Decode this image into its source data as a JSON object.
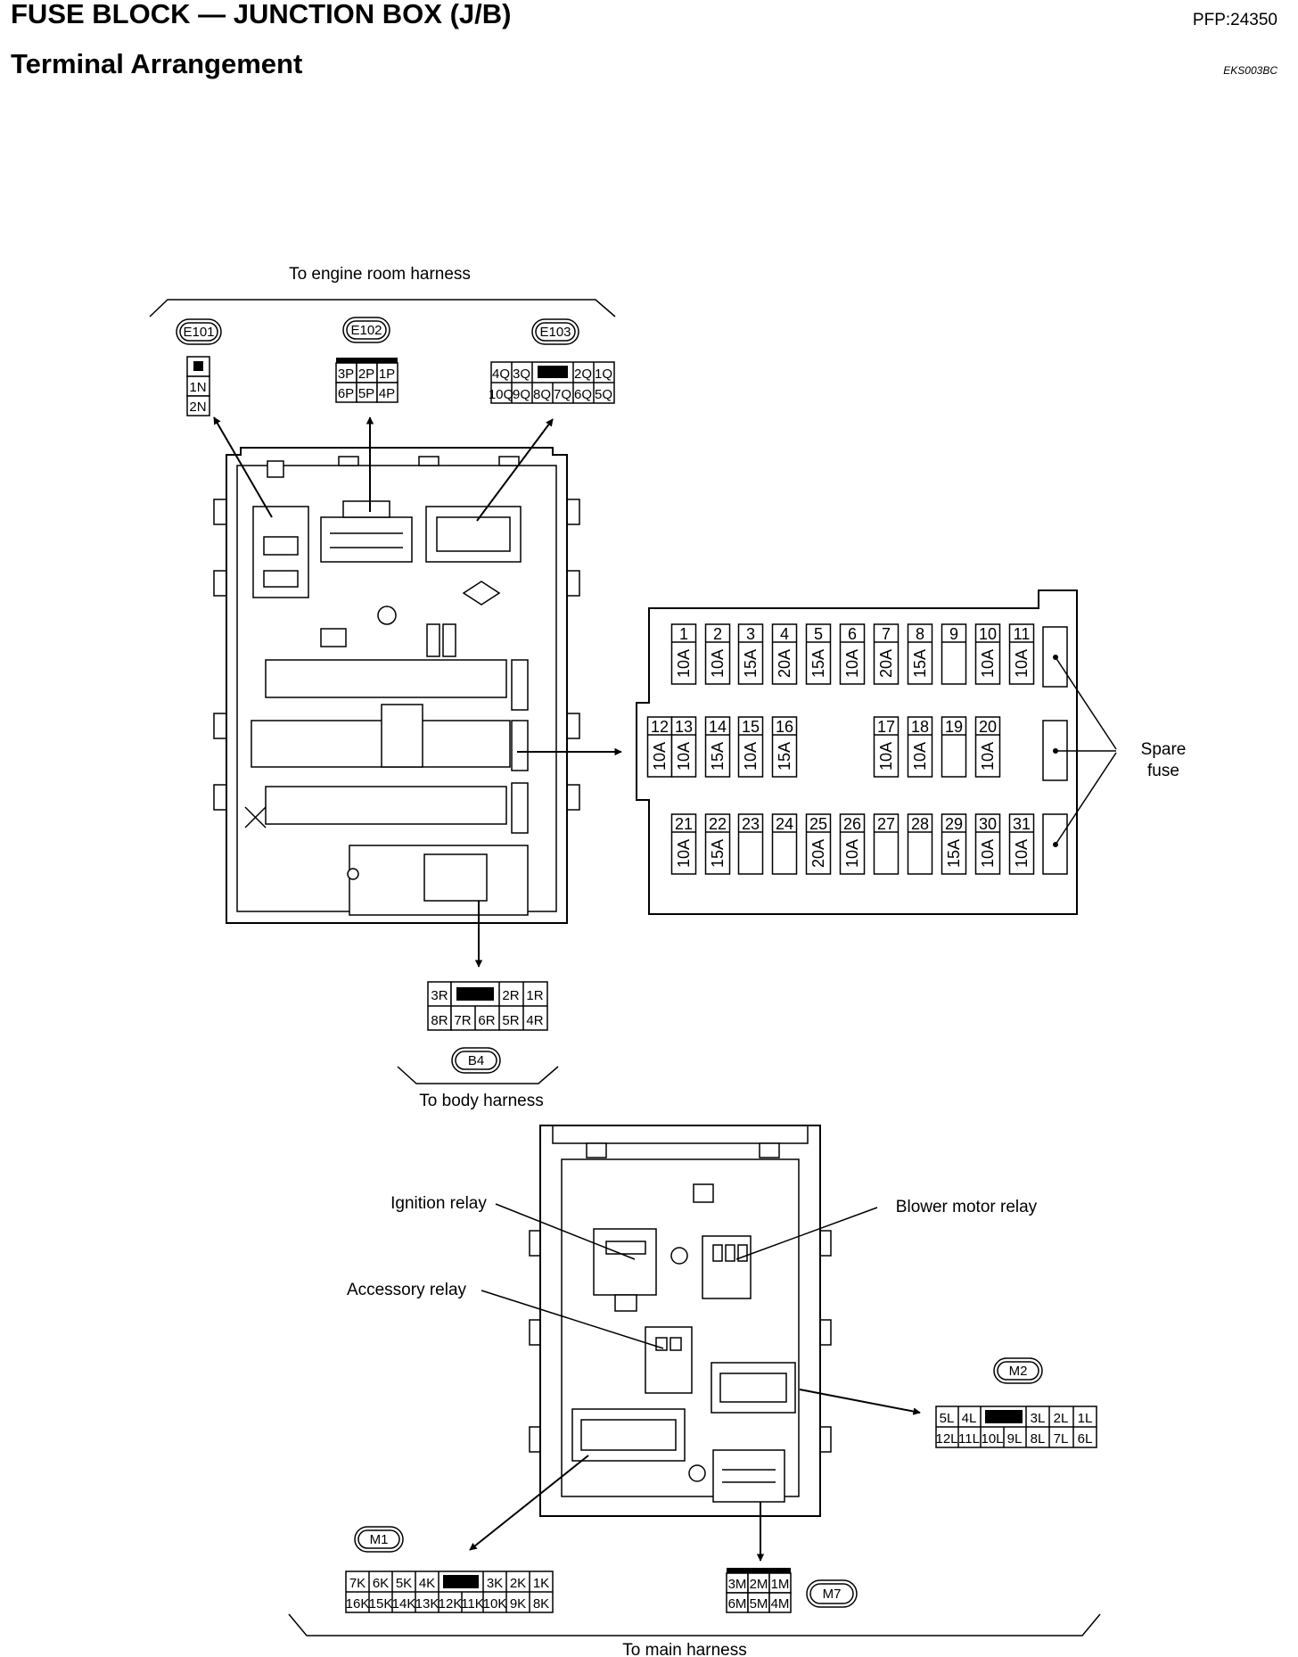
{
  "header": {
    "title": "FUSE BLOCK — JUNCTION BOX (J/B)",
    "subtitle": "Terminal Arrangement",
    "part_code": "PFP:24350",
    "doc_code": "EKS003BC"
  },
  "labels": {
    "engine_harness": "To engine room harness",
    "body_harness": "To body harness",
    "main_harness": "To main harness",
    "spare_fuse_line1": "Spare",
    "spare_fuse_line2": "fuse",
    "ignition_relay": "Ignition relay",
    "blower_motor_relay": "Blower motor relay",
    "accessory_relay": "Accessory relay"
  },
  "connectors": {
    "E101": {
      "id": "E101",
      "rows": [
        [
          "■"
        ],
        [
          "1N"
        ],
        [
          "2N"
        ]
      ]
    },
    "E102": {
      "id": "E102",
      "rows": [
        [
          "3P",
          "2P",
          "1P"
        ],
        [
          "6P",
          "5P",
          "4P"
        ]
      ]
    },
    "E103": {
      "id": "E103",
      "rows": [
        [
          "4Q",
          "3Q",
          "■",
          "2Q",
          "1Q"
        ],
        [
          "10Q",
          "9Q",
          "8Q",
          "7Q",
          "6Q",
          "5Q"
        ]
      ]
    },
    "B4": {
      "id": "B4",
      "rows": [
        [
          "3R",
          "■",
          "2R",
          "1R"
        ],
        [
          "8R",
          "7R",
          "6R",
          "5R",
          "4R"
        ]
      ]
    },
    "M1": {
      "id": "M1",
      "rows": [
        [
          "7K",
          "6K",
          "5K",
          "4K",
          "■",
          "3K",
          "2K",
          "1K"
        ],
        [
          "16K",
          "15K",
          "14K",
          "13K",
          "12K",
          "11K",
          "10K",
          "9K",
          "8K"
        ]
      ]
    },
    "M2": {
      "id": "M2",
      "rows": [
        [
          "5L",
          "4L",
          "■",
          "3L",
          "2L",
          "1L"
        ],
        [
          "12L",
          "11L",
          "10L",
          "9L",
          "8L",
          "7L",
          "6L"
        ]
      ]
    },
    "M7": {
      "id": "M7",
      "rows": [
        [
          "3M",
          "2M",
          "1M"
        ],
        [
          "6M",
          "5M",
          "4M"
        ]
      ]
    }
  },
  "fuses": {
    "row1": [
      {
        "n": "1",
        "a": "10A"
      },
      {
        "n": "2",
        "a": "10A"
      },
      {
        "n": "3",
        "a": "15A"
      },
      {
        "n": "4",
        "a": "20A"
      },
      {
        "n": "5",
        "a": "15A"
      },
      {
        "n": "6",
        "a": "10A"
      },
      {
        "n": "7",
        "a": "20A"
      },
      {
        "n": "8",
        "a": "15A"
      },
      {
        "n": "9",
        "a": ""
      },
      {
        "n": "10",
        "a": "10A"
      },
      {
        "n": "11",
        "a": "10A"
      }
    ],
    "row2": [
      {
        "n": "12",
        "a": "10A"
      },
      {
        "n": "13",
        "a": "10A"
      },
      {
        "n": "14",
        "a": "15A"
      },
      {
        "n": "15",
        "a": "10A"
      },
      {
        "n": "16",
        "a": "15A"
      },
      {
        "n": "17",
        "a": "10A"
      },
      {
        "n": "18",
        "a": "10A"
      },
      {
        "n": "19",
        "a": ""
      },
      {
        "n": "20",
        "a": "10A"
      }
    ],
    "row3": [
      {
        "n": "21",
        "a": "10A"
      },
      {
        "n": "22",
        "a": "15A"
      },
      {
        "n": "23",
        "a": ""
      },
      {
        "n": "24",
        "a": ""
      },
      {
        "n": "25",
        "a": "20A"
      },
      {
        "n": "26",
        "a": "10A"
      },
      {
        "n": "27",
        "a": ""
      },
      {
        "n": "28",
        "a": ""
      },
      {
        "n": "29",
        "a": "15A"
      },
      {
        "n": "30",
        "a": "10A"
      },
      {
        "n": "31",
        "a": "10A"
      }
    ]
  }
}
